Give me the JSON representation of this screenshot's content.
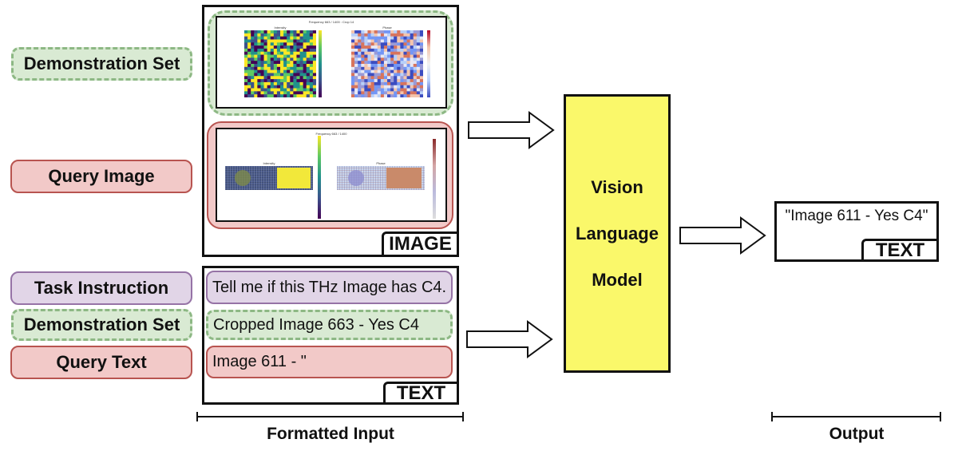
{
  "left_labels": {
    "demo_set": "Demonstration Set",
    "query_image": "Query Image",
    "task_instruction": "Task Instruction",
    "demo_set_text": "Demonstration Set",
    "query_text": "Query Text"
  },
  "image_panel": {
    "tag": "IMAGE",
    "demo_figure": {
      "suptitle": "Frequency 663 / 1400 : Crop 14",
      "left_title": "Intensity",
      "right_title": "Phase"
    },
    "query_figure": {
      "suptitle": "Frequency 663 / 1400",
      "left_title": "Intensity",
      "right_title": "Phase"
    }
  },
  "text_panel": {
    "tag": "TEXT",
    "instruction": "Tell me if this THz Image has C4.",
    "demonstration": "Cropped Image  663 - Yes C4",
    "query": "Image 611 - \""
  },
  "model": {
    "line1": "Vision",
    "line2": "Language",
    "line3": "Model"
  },
  "output_box": {
    "text": "\"Image 611 - Yes C4\"",
    "tag": "TEXT"
  },
  "captions": {
    "input": "Formatted Input",
    "output": "Output"
  },
  "colors": {
    "demo_fill": "#d9ead3",
    "demo_border": "#8db884",
    "query_fill": "#f2c9c8",
    "query_border": "#b85450",
    "instruction_fill": "#e1d5e7",
    "instruction_border": "#9673a6",
    "model_fill": "#faf86a"
  }
}
